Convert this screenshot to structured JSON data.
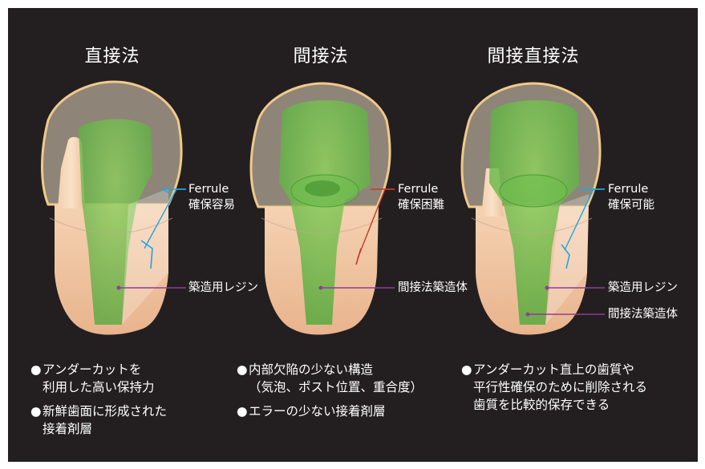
{
  "columns": [
    {
      "title": "直接法",
      "labels": {
        "ferrule_1": "Ferrule",
        "ferrule_2": "確保容易",
        "resin": "築造用レジン"
      },
      "bullets": [
        "アンダーカットを\n利用した高い保持力",
        "新鮮歯面に形成された\n接着剤層"
      ]
    },
    {
      "title": "間接法",
      "labels": {
        "ferrule_1": "Ferrule",
        "ferrule_2": "確保困難",
        "core": "間接法築造体"
      },
      "bullets": [
        "内部欠陥の少ない構造\n（気泡、ポスト位置、重合度）",
        "エラーの少ない接着剤層"
      ]
    },
    {
      "title": "間接直接法",
      "labels": {
        "ferrule_1": "Ferrule",
        "ferrule_2": "確保可能",
        "resin": "築造用レジン",
        "core": "間接法築造体"
      },
      "bullets": [
        "アンダーカット直上の歯質や\n平行性確保のために削除される\n歯質を比較的保存できる"
      ]
    }
  ],
  "bullet_symbol": "●",
  "colors": {
    "background": "#231f20",
    "enamel": "#f7e2b3",
    "dentin": "#f0c8a2",
    "core_green": "#6cc04a",
    "ferrule_blue": "#1ea6e0",
    "ferrule_red": "#c9382c",
    "leader_purple": "#8e3f95"
  }
}
